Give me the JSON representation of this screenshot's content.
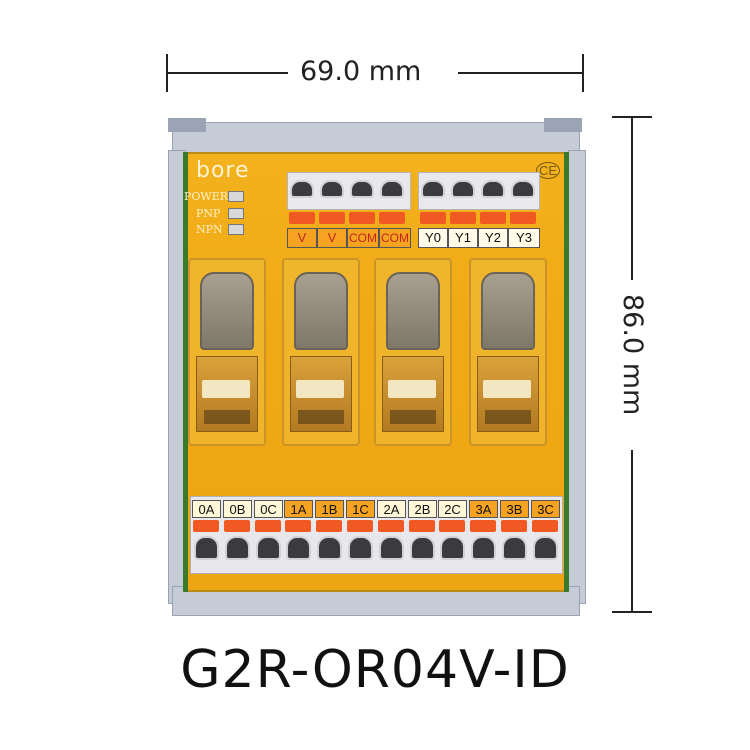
{
  "dimensions": {
    "width_label": "69.0 mm",
    "height_label": "86.0 mm"
  },
  "board": {
    "brand": "bore",
    "leds": [
      "POWER",
      "PNP",
      "NPN"
    ],
    "ce_mark": "CE"
  },
  "top_left_connector": {
    "labels": [
      "V",
      "V",
      "COM",
      "COM"
    ]
  },
  "top_right_connector": {
    "labels": [
      "Y0",
      "Y1",
      "Y2",
      "Y3"
    ]
  },
  "bottom_terminal": {
    "labels": [
      "0A",
      "0B",
      "0C",
      "1A",
      "1B",
      "1C",
      "2A",
      "2B",
      "2C",
      "3A",
      "3B",
      "3C"
    ],
    "label_colors": [
      "#fff7d8",
      "#fff7d8",
      "#fff7d8",
      "#f6a321",
      "#f6a321",
      "#f6a321",
      "#fff7d8",
      "#fff7d8",
      "#fff7d8",
      "#f6a321",
      "#f6a321",
      "#f6a321"
    ]
  },
  "colors": {
    "board": "#f0a915",
    "lever": "#f05a22",
    "rail": "#c5ccd8"
  },
  "model": "G2R-OR04V-ID"
}
